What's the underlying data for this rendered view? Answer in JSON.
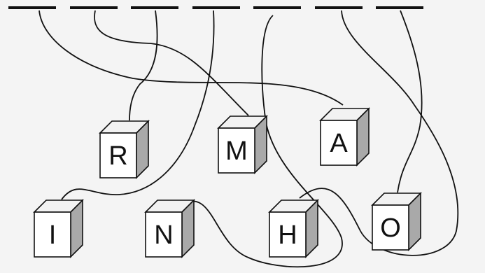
{
  "puzzle": {
    "blank_count": 7,
    "cubes": [
      {
        "letter": "R"
      },
      {
        "letter": "M"
      },
      {
        "letter": "A"
      },
      {
        "letter": "I"
      },
      {
        "letter": "N"
      },
      {
        "letter": "H"
      },
      {
        "letter": "O"
      }
    ]
  },
  "colors": {
    "background": "#f4f4f4",
    "line": "#111111",
    "cube_front": "#ffffff",
    "cube_top": "#f2f2f2",
    "cube_side": "#a9a9a9"
  }
}
